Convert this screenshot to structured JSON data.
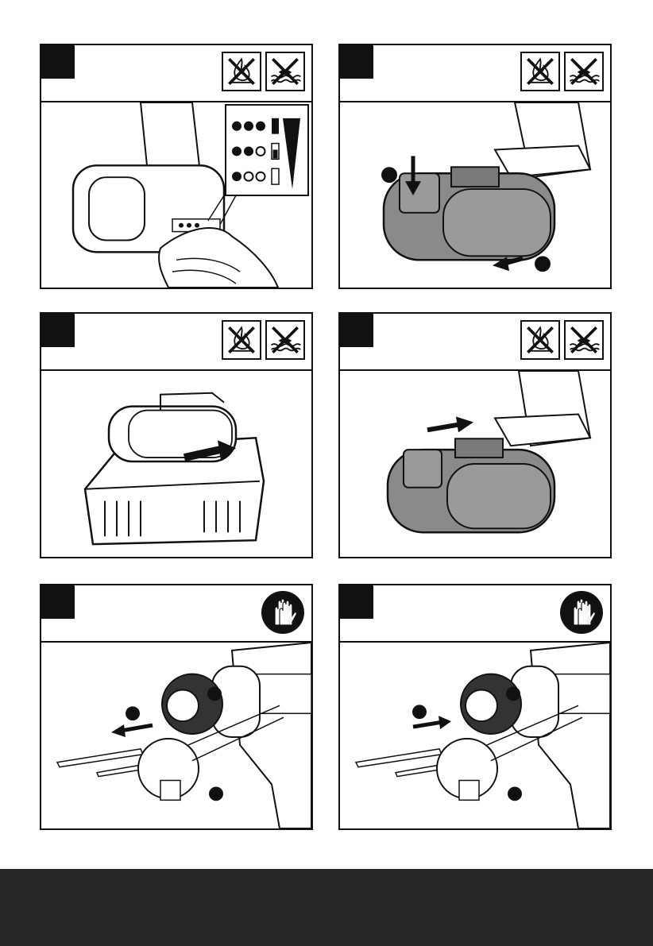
{
  "colors": {
    "ink": "#111111",
    "footer": "#262626",
    "battery": "#8a8a8a"
  },
  "icons": {
    "no_fire": "no-fire-icon",
    "no_water": "no-water-icon",
    "gloves": "wear-gloves-icon"
  },
  "panels": [
    {
      "name": "battery-charge-indicator",
      "icons": [
        "no-fire-icon",
        "no-water-icon"
      ]
    },
    {
      "name": "battery-removal",
      "icons": [
        "no-fire-icon",
        "no-water-icon"
      ]
    },
    {
      "name": "battery-charging",
      "icons": [
        "no-fire-icon",
        "no-water-icon"
      ]
    },
    {
      "name": "battery-insertion",
      "icons": [
        "no-fire-icon",
        "no-water-icon"
      ]
    },
    {
      "name": "bit-removal",
      "icons": [
        "wear-gloves-icon"
      ]
    },
    {
      "name": "bit-insertion",
      "icons": [
        "wear-gloves-icon"
      ]
    }
  ],
  "footer": {
    "text": ""
  }
}
